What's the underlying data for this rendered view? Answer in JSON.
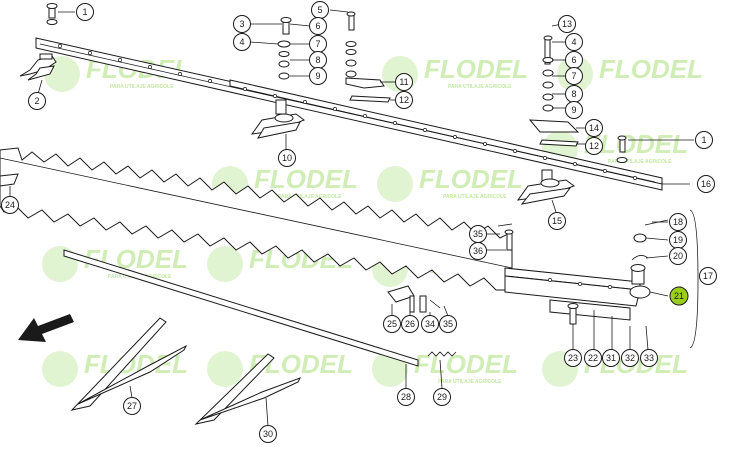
{
  "watermark": {
    "brand": "FLODEL",
    "tagline": "PARA UTILAJE AGRICOLE",
    "color": "#a9e07a"
  },
  "highlight_color": "#9acd1e",
  "callouts": {
    "c1a": "1",
    "c2": "2",
    "c3": "3",
    "c4a": "4",
    "c5": "5",
    "c6a": "6",
    "c7a": "7",
    "c8a": "8",
    "c9a": "9",
    "c10": "10",
    "c11": "11",
    "c12a": "12",
    "c13": "13",
    "c4b": "4",
    "c6b": "6",
    "c7b": "7",
    "c8b": "8",
    "c9b": "9",
    "c14": "14",
    "c12b": "12",
    "c1b": "1",
    "c16": "16",
    "c15": "15",
    "c24": "24",
    "c18": "18",
    "c19": "19",
    "c20": "20",
    "c17": "17",
    "c21": "21",
    "c35a": "35",
    "c36": "36",
    "c25": "25",
    "c26": "26",
    "c34": "34",
    "c35b": "35",
    "c23": "23",
    "c22": "22",
    "c31": "31",
    "c32": "32",
    "c33": "33",
    "c27": "27",
    "c28": "28",
    "c29": "29",
    "c30": "30"
  }
}
